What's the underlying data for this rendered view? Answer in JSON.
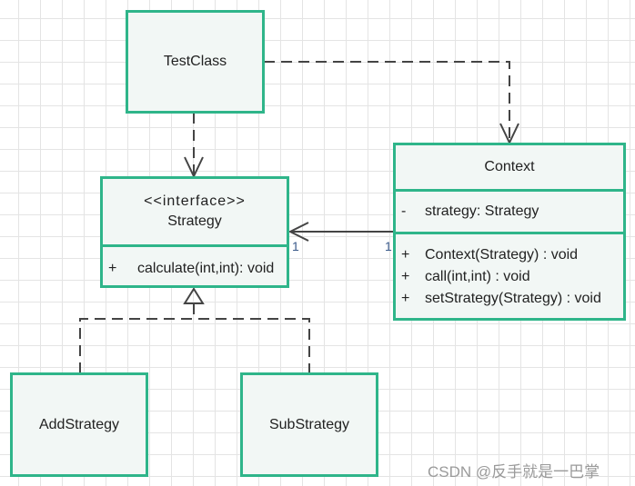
{
  "classes": {
    "testclass": {
      "name": "TestClass"
    },
    "strategy": {
      "stereotype": "<<interface>>",
      "name": "Strategy",
      "methods": [
        {
          "vis": "+",
          "sig": "calculate(int,int): void"
        }
      ]
    },
    "context": {
      "name": "Context",
      "attributes": [
        {
          "vis": "-",
          "sig": "strategy: Strategy"
        }
      ],
      "methods": [
        {
          "vis": "+",
          "sig": "Context(Strategy) : void"
        },
        {
          "vis": "+",
          "sig": "call(int,int) : void"
        },
        {
          "vis": "+",
          "sig": "setStrategy(Strategy) : void"
        }
      ]
    },
    "add": {
      "name": "AddStrategy"
    },
    "sub": {
      "name": "SubStrategy"
    }
  },
  "association": {
    "source_multiplicity": "1",
    "target_multiplicity": "1"
  },
  "watermark": "CSDN @反手就是一巴掌",
  "colors": {
    "border": "#2fb58a",
    "fill": "#f2f7f5",
    "line": "#444444"
  }
}
